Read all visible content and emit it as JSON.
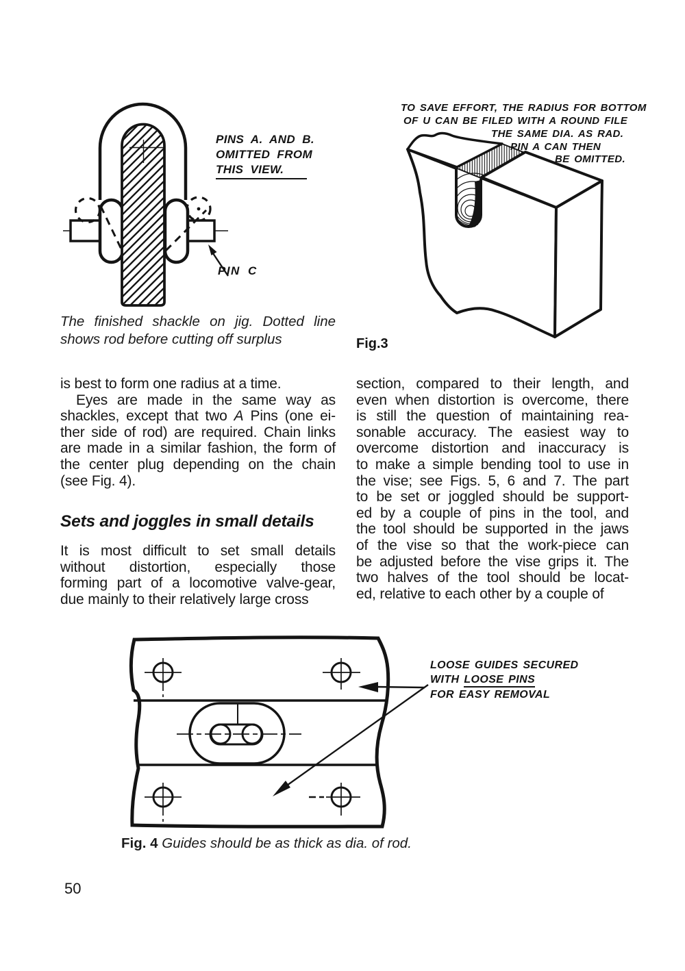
{
  "page": {
    "number": "50"
  },
  "colors": {
    "paper": "#ffffff",
    "ink": "#141414"
  },
  "figure_shackle": {
    "note_lines": [
      "PINS A. AND B.",
      "OMITTED FROM",
      "THIS VIEW."
    ],
    "pin_label": "PIN C",
    "caption_line1": "The finished shackle on jig. Dotted line",
    "caption_line2": "shows rod before cutting off surplus"
  },
  "figure_3": {
    "label": "Fig.3",
    "note_lines": [
      "TO SAVE EFFORT, THE RADIUS FOR BOTTOM",
      "OF U CAN BE FILED WITH A ROUND FILE",
      "THE SAME DIA. AS RAD.",
      "PIN A CAN THEN",
      "BE OMITTED."
    ]
  },
  "figure_4": {
    "note_line_1": "LOOSE GUIDES SECURED",
    "note_line_2_prefix": "WITH ",
    "note_line_2_underlined": "LOOSE PINS",
    "note_line_3": "FOR EASY REMOVAL",
    "caption_label": "Fig. 4",
    "caption_text": " Guides should be as thick as dia. of rod."
  },
  "body": {
    "left": {
      "l0": "is best to form one radius at a time.",
      "l1": "Eyes are made in the same way as",
      "l2a": "shackles, except that two ",
      "l2b": "A",
      "l2c": " Pins (one ei-",
      "l3": "ther side of rod) are required. Chain links",
      "l4": "are made in a similar fashion, the form of",
      "l5": "the center plug depending on the chain",
      "l6": "(see Fig. 4).",
      "heading": "Sets and joggles in small details",
      "l7": "It is most difficult to set small details",
      "l8": "without distortion, especially those",
      "l9": "forming part of a locomotive valve-gear,",
      "l10": "due mainly to their relatively large cross"
    },
    "right": {
      "r0": "section, compared to their length, and",
      "r1": "even when distortion is overcome, there",
      "r2": "is still the question of maintaining rea-",
      "r3": "sonable accuracy. The easiest way to",
      "r4": "overcome distortion and inaccuracy is",
      "r5": "to make a simple bending tool to use in",
      "r6": "the vise; see Figs. 5, 6 and 7. The part",
      "r7": "to be set or joggled should be support-",
      "r8": "ed by a couple of pins in the tool, and",
      "r9": "the tool should be supported in the jaws",
      "r10": "of the vise so that the work-piece can",
      "r11": "be adjusted before the vise grips it. The",
      "r12": "two halves of the tool should be locat-",
      "r13": "ed, relative to each other by a couple of"
    }
  }
}
